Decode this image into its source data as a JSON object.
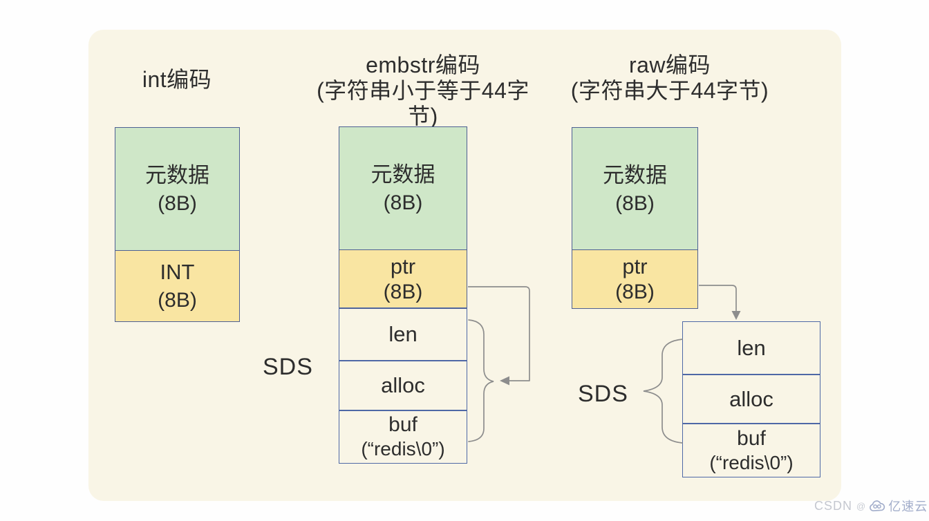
{
  "colors": {
    "page_bg": "#fefefe",
    "panel_bg": "#f9f5e6",
    "green_fill": "#cfe7c8",
    "yellow_fill": "#f9e5a2",
    "box_border": "#4d5f93",
    "sds_border": "#4e68a6",
    "connector": "#8d8d8d",
    "text": "#2d2d2d",
    "watermark_site": "#c5c8d0",
    "watermark_brand": "#a3aecb"
  },
  "headers": {
    "int": {
      "line1": "int编码",
      "line2": ""
    },
    "embstr": {
      "line1": "embstr编码",
      "line2": "(字符串小于等于44字节)"
    },
    "raw": {
      "line1": "raw编码",
      "line2": "(字符串大于44字节)"
    }
  },
  "int_column": {
    "metadata": {
      "title": "元数据",
      "size": "(8B)"
    },
    "value": {
      "title": "INT",
      "size": "(8B)"
    }
  },
  "embstr_column": {
    "metadata": {
      "title": "元数据",
      "size": "(8B)"
    },
    "pointer": {
      "title": "ptr",
      "size": "(8B)"
    },
    "sds_label": "SDS",
    "sds": {
      "len": "len",
      "alloc": "alloc",
      "buf": "buf",
      "buf_value": "(“redis\\0”)"
    }
  },
  "raw_column": {
    "metadata": {
      "title": "元数据",
      "size": "(8B)"
    },
    "pointer": {
      "title": "ptr",
      "size": "(8B)"
    },
    "sds_label": "SDS",
    "sds": {
      "len": "len",
      "alloc": "alloc",
      "buf": "buf",
      "buf_value": "(“redis\\0”)"
    }
  },
  "watermark": {
    "site": "CSDN",
    "separator": "@",
    "brand": "亿速云"
  }
}
